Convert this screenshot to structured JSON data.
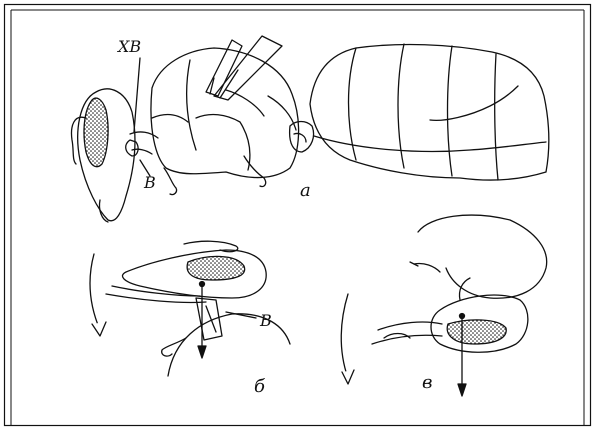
{
  "labels": {
    "xv": "ХВ",
    "b_upper": "В",
    "a": "а",
    "b_lower": "В",
    "panel_b": "б",
    "panel_v": "в"
  }
}
